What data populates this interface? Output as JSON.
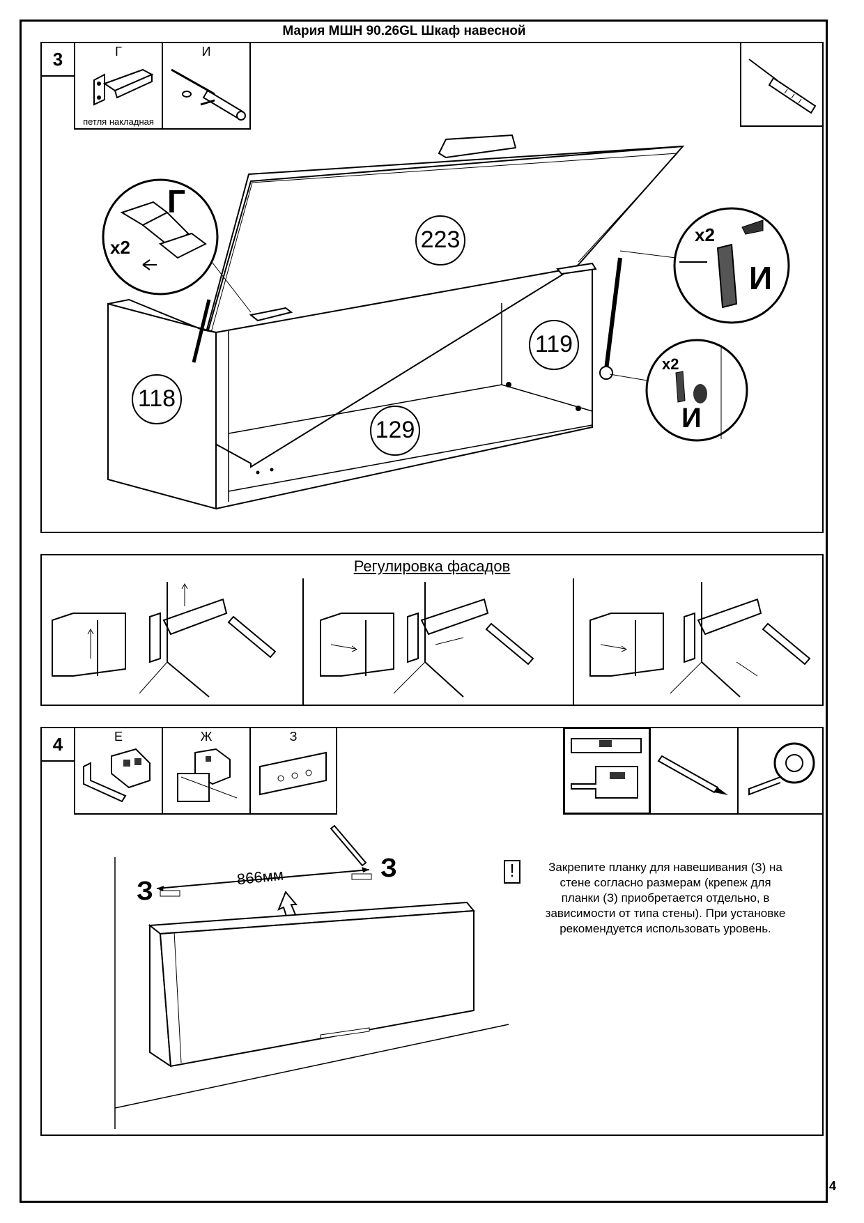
{
  "document": {
    "title": "Мария МШН 90.26GL Шкаф навесной",
    "page_number": "4"
  },
  "step3": {
    "number": "3",
    "parts": [
      {
        "letter": "Г",
        "caption": "петля накладная"
      },
      {
        "letter": "И",
        "caption": ""
      }
    ],
    "tool": "screwdriver-icon",
    "panel_labels": {
      "top": "223",
      "side_left": "118",
      "side_right": "119",
      "bottom": "129"
    },
    "callout_hinge": {
      "letter": "Г",
      "count": "x2"
    },
    "callout_lift_top": {
      "letter": "И",
      "count": "x2"
    },
    "callout_lift_bottom": {
      "letter": "И",
      "count": "x2"
    }
  },
  "adjust": {
    "title": "Регулировка фасадов"
  },
  "step4": {
    "number": "4",
    "parts": [
      {
        "letter": "Е"
      },
      {
        "letter": "Ж"
      },
      {
        "letter": "З"
      }
    ],
    "tools": [
      "level-icon",
      "pencil-icon",
      "tape-measure-icon"
    ],
    "dimension": "866мм",
    "bracket_label_left": "З",
    "bracket_label_right": "З",
    "warning_mark": "!",
    "note_lines": [
      "Закрепите  планку для навешивания (З) на",
      "стене согласно размерам (крепеж для",
      "планки (З) приобретается отдельно, в",
      "зависимости от типа стены). При установке",
      "рекомендуется использовать уровень."
    ]
  }
}
